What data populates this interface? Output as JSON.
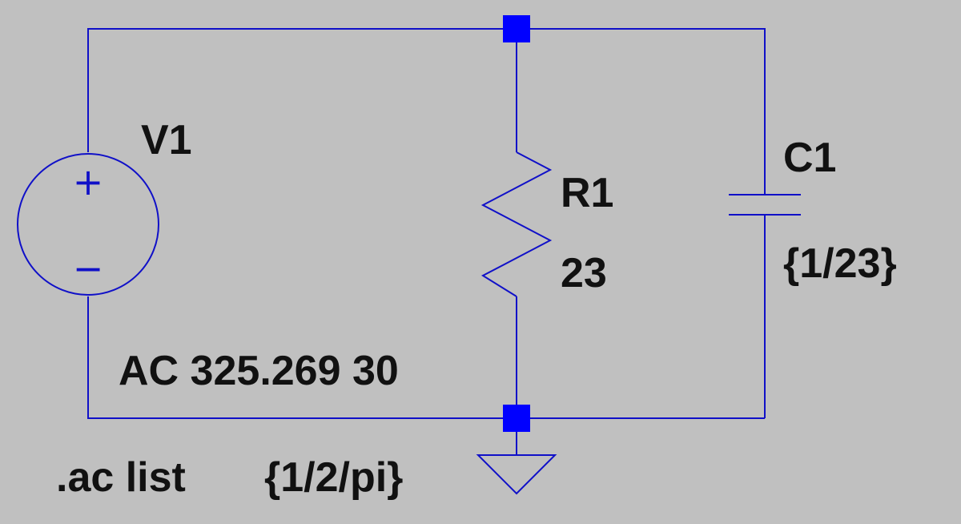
{
  "colors": {
    "background": "#c0c0c0",
    "wire": "#1010c8",
    "junction": "#0000ff",
    "text": "#111111"
  },
  "components": {
    "voltage_source": {
      "name": "V1",
      "value": "AC 325.269 30",
      "plus_symbol": "+",
      "minus_symbol": "−"
    },
    "resistor": {
      "name": "R1",
      "value": "23"
    },
    "capacitor": {
      "name": "C1",
      "value": "{1/23}"
    },
    "ground_icon": "ground-icon"
  },
  "directive": {
    "command": ".ac list",
    "argument": "{1/2/pi}"
  }
}
